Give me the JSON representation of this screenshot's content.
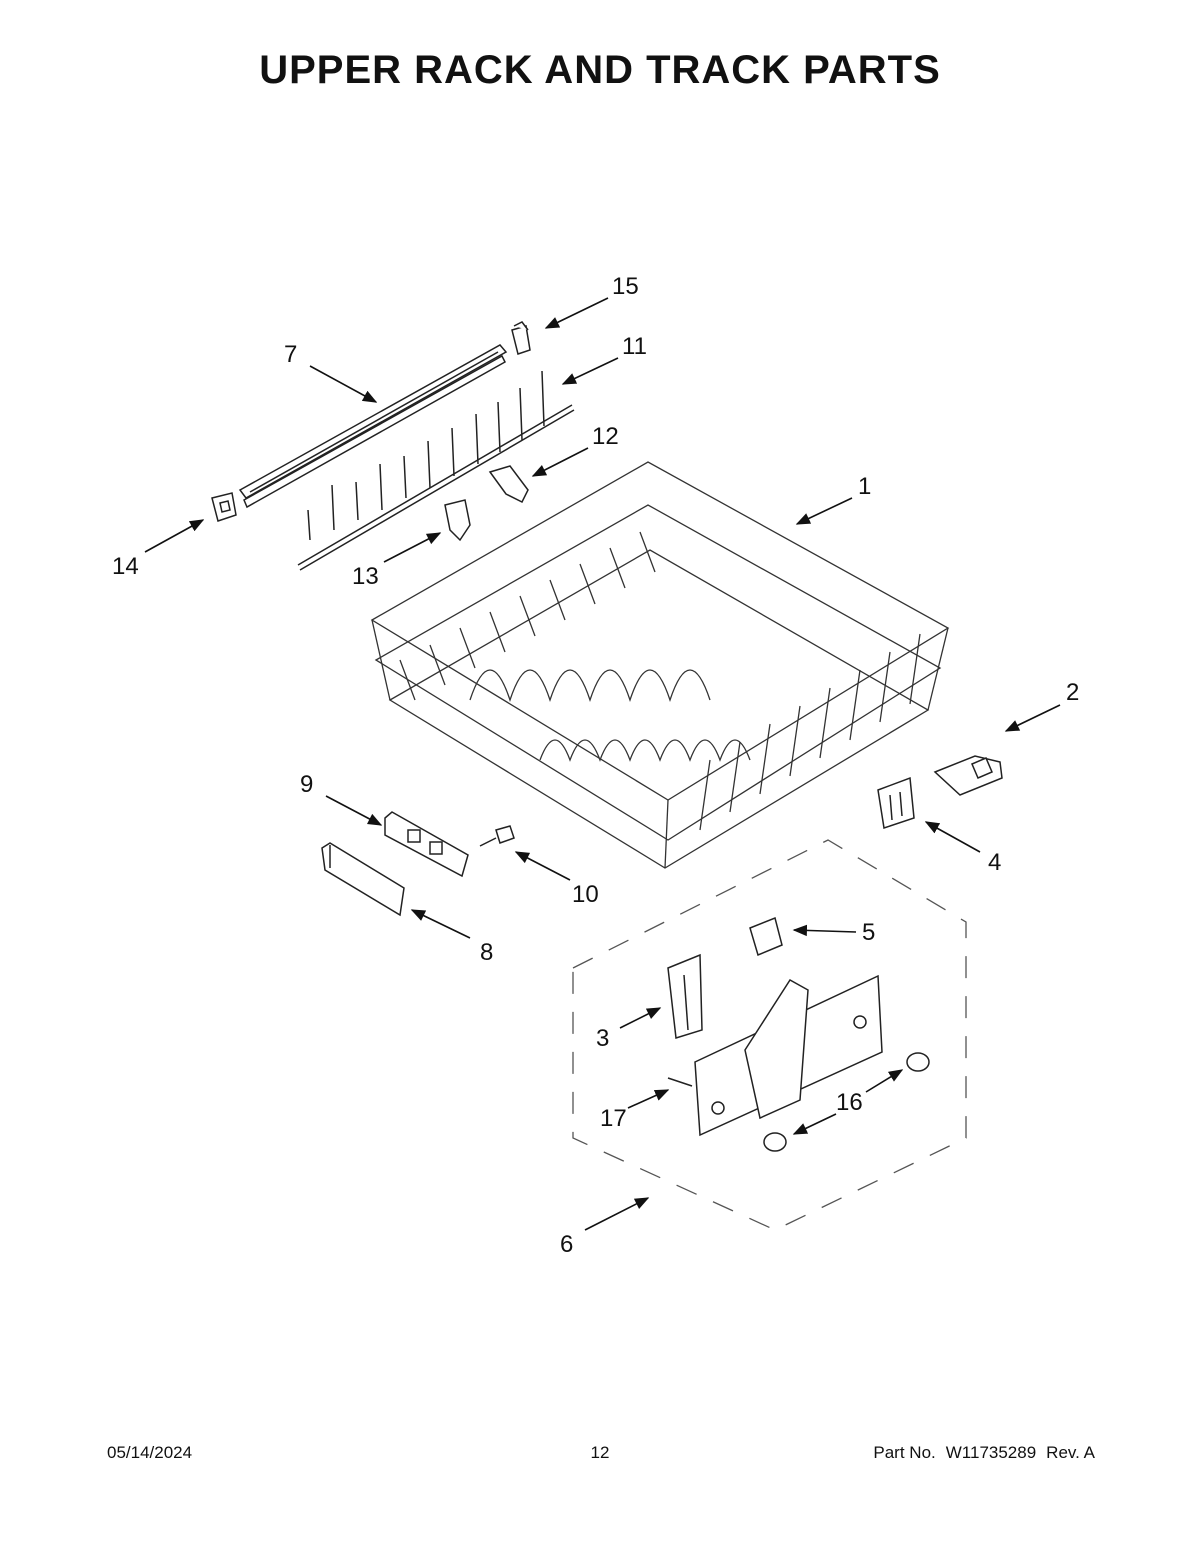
{
  "title": "UPPER RACK AND TRACK PARTS",
  "callouts": {
    "c1": "1",
    "c2": "2",
    "c3": "3",
    "c4": "4",
    "c5": "5",
    "c6": "6",
    "c7": "7",
    "c8": "8",
    "c9": "9",
    "c10": "10",
    "c11": "11",
    "c12": "12",
    "c13": "13",
    "c14": "14",
    "c15": "15",
    "c16": "16",
    "c17": "17"
  },
  "footer": {
    "date": "05/14/2024",
    "page": "12",
    "part_label": "Part No.",
    "part_number": "W11735289",
    "revision": "Rev. A"
  }
}
